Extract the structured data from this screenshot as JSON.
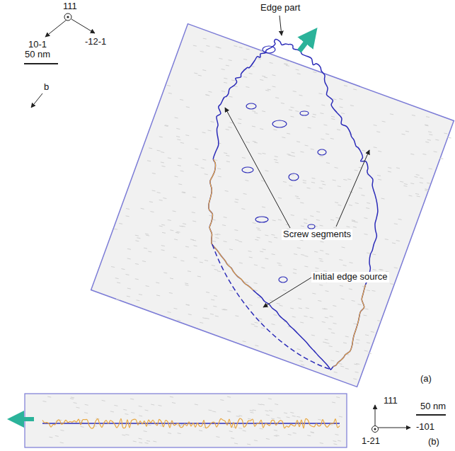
{
  "diagram": {
    "labels": [
      "111",
      "10-1",
      "-12-1",
      "50 nm",
      "b",
      "Edge part",
      "Screw segments",
      "Initial edge source",
      "(a)",
      "111",
      "-101",
      "1-21",
      "50 nm",
      "(b)"
    ]
  }
}
